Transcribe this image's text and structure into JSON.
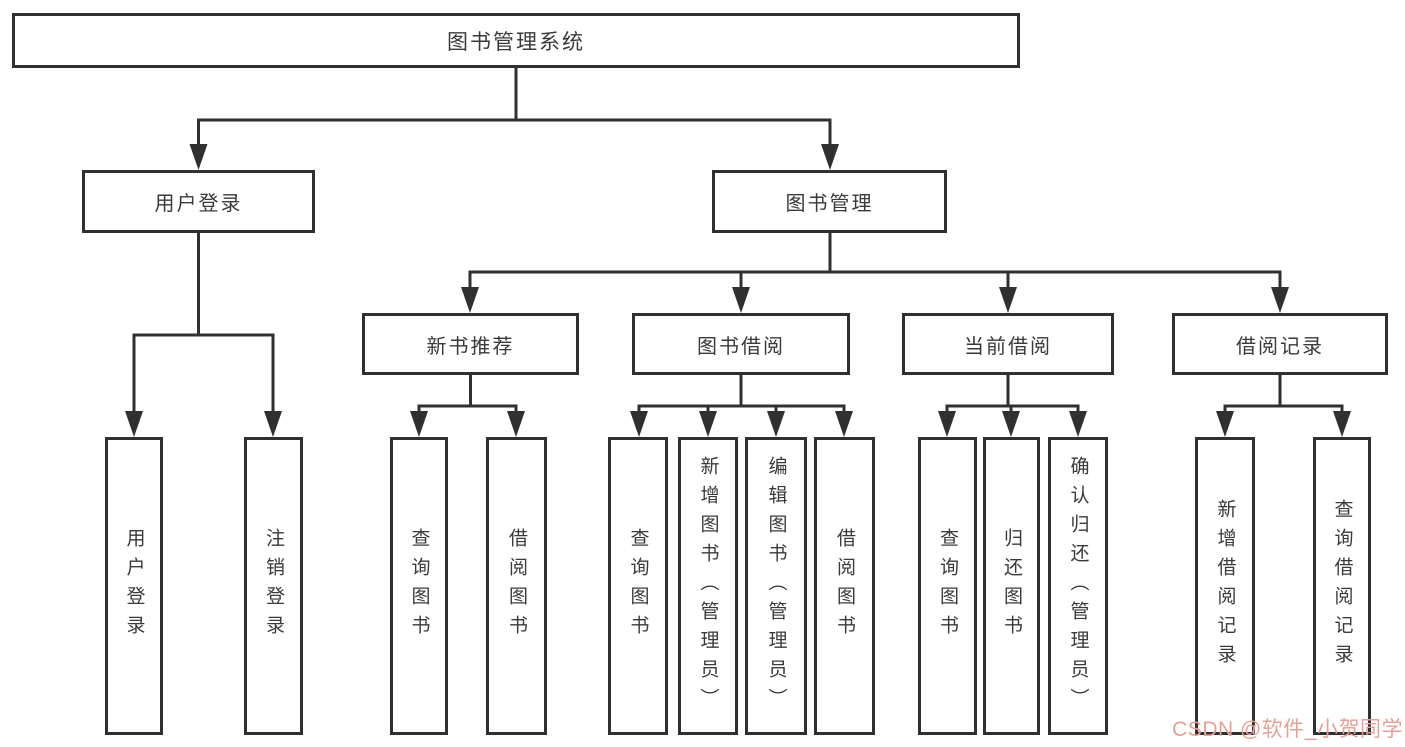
{
  "diagram": {
    "root": {
      "label": "图书管理系统"
    },
    "branches": [
      {
        "label": "用户登录",
        "children": [
          {
            "label": "用户登录"
          },
          {
            "label": "注销登录"
          }
        ]
      },
      {
        "label": "图书管理",
        "children": [
          {
            "label": "新书推荐",
            "children": [
              {
                "label": "查询图书"
              },
              {
                "label": "借阅图书"
              }
            ]
          },
          {
            "label": "图书借阅",
            "children": [
              {
                "label": "查询图书"
              },
              {
                "label": "新增图书（管理员）"
              },
              {
                "label": "编辑图书（管理员）"
              },
              {
                "label": "借阅图书"
              }
            ]
          },
          {
            "label": "当前借阅",
            "children": [
              {
                "label": "查询图书"
              },
              {
                "label": "归还图书"
              },
              {
                "label": "确认归还（管理员）"
              }
            ]
          },
          {
            "label": "借阅记录",
            "children": [
              {
                "label": "新增借阅记录"
              },
              {
                "label": "查询借阅记录"
              }
            ]
          }
        ]
      }
    ]
  },
  "watermark": {
    "text": "CSDN @软件_小贺同学",
    "color": "#e89f97"
  },
  "colors": {
    "line": "#303030",
    "text": "#3a3a3a",
    "background": "#ffffff"
  }
}
